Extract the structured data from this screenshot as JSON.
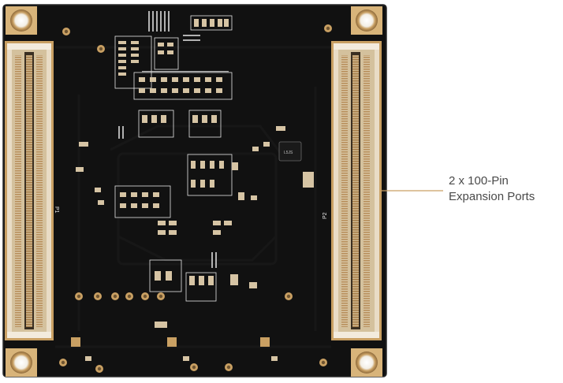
{
  "callout": {
    "line1": "2 x 100-Pin",
    "line2": "Expansion Ports"
  },
  "board": {
    "silkscreen": {
      "left_connector": "P1",
      "right_connector": "P2",
      "chip_marking": "L5JS"
    },
    "colors": {
      "pcb": "#111111",
      "pcb_edge": "#1c1c1c",
      "gold": "#c9a063",
      "connector_housing": "#e9dcc6",
      "connector_pins": "#b88f5c",
      "silkscreen": "#e6e6e6",
      "callout_line": "#c9a063"
    }
  }
}
